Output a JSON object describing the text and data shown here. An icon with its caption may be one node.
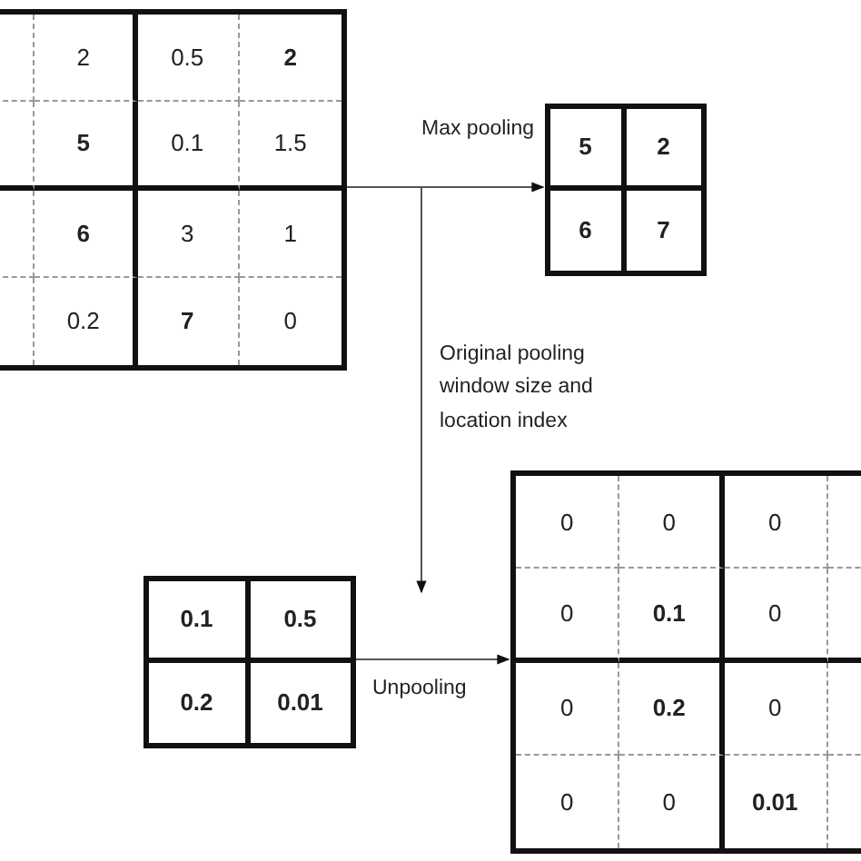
{
  "diagram": {
    "nodes": [
      {
        "text": [
          "2",
          "0.5",
          "**2**",
          "**5**",
          "0.1",
          "1.5",
          "**6**",
          "3",
          "1",
          "0.2",
          "**7**",
          "0"
        ]
      },
      {
        "text": [
          "**5**",
          "**2**",
          "**6**",
          "**7**"
        ]
      },
      {
        "text": [
          "**0.1**",
          "**0.5**",
          "**0.2**",
          "**0.01**"
        ]
      },
      {
        "text": [
          "0",
          "0",
          "0",
          "0",
          "**0.1**",
          "0",
          "0",
          "**0.2**",
          "0",
          "0",
          "0",
          "**0.01**"
        ]
      }
    ],
    "edges": [
      {
        "from": 0,
        "to": 1,
        "arrow": "to",
        "label": "Max pooling"
      },
      {
        "from": 0,
        "to": null,
        "arrow": "to",
        "label": "Original pooling window size and location index"
      },
      {
        "from": 2,
        "to": 3,
        "arrow": "to",
        "label": "Unpooling"
      }
    ]
  }
}
